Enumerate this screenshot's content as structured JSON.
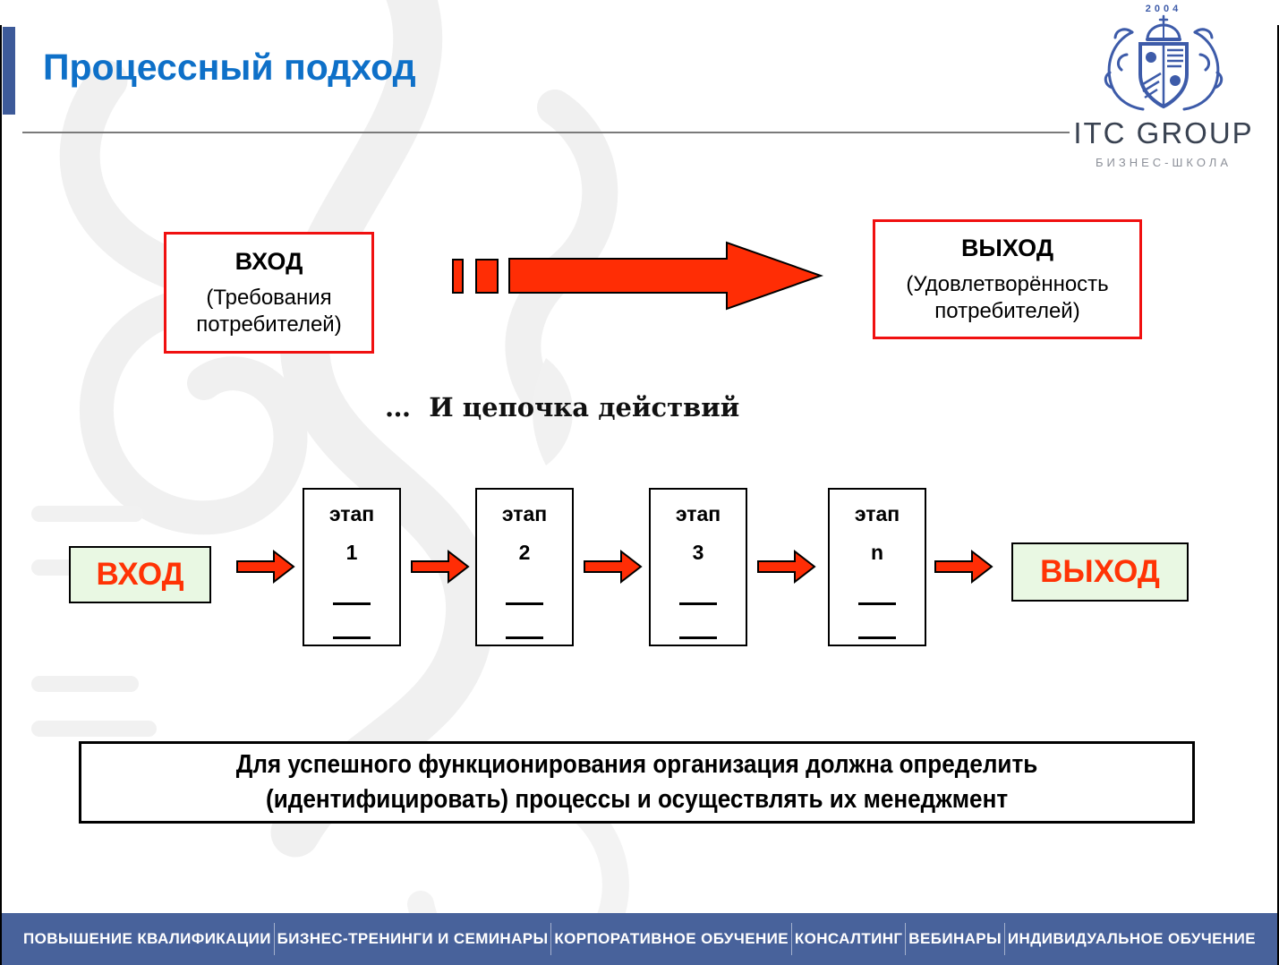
{
  "slide": {
    "title": "Процессный подход",
    "caption": "…  И цепочка действий"
  },
  "logo": {
    "year": "2004",
    "name": "ITC GROUP",
    "subtitle": "БИЗНЕС-ШКОЛА"
  },
  "top_flow": {
    "input": {
      "title": "ВХОД",
      "subtitle": "(Требования потребителей)"
    },
    "output": {
      "title": "ВЫХОД",
      "subtitle": "(Удовлетворённость потребителей)"
    }
  },
  "chain": {
    "input_label": "ВХОД",
    "output_label": "ВЫХОД",
    "stages": [
      {
        "label": "этап",
        "number": "1"
      },
      {
        "label": "этап",
        "number": "2"
      },
      {
        "label": "этап",
        "number": "3"
      },
      {
        "label": "этап",
        "number": "n"
      }
    ]
  },
  "message": {
    "line1": "Для успешного функционирования организация должна определить",
    "line2": "(идентифицировать) процессы и осуществлять их менеджмент"
  },
  "footer": {
    "items": [
      "ПОВЫШЕНИЕ КВАЛИФИКАЦИИ",
      "БИЗНЕС-ТРЕНИНГИ И СЕМИНАРЫ",
      "КОРПОРАТИВНОЕ ОБУЧЕНИЕ",
      "КОНСАЛТИНГ",
      "ВЕБИНАРЫ",
      "ИНДИВИДУАЛЬНОЕ ОБУЧЕНИЕ"
    ]
  },
  "colors": {
    "title_blue": "#0E70C8",
    "accent_bar_blue": "#3D5A99",
    "footer_blue": "#48629B",
    "logo_blue": "#3D5BA9",
    "arrow_red": "#FF2D05",
    "io_border_red": "#F01010",
    "chain_green_bg": "#E9F8E3",
    "chain_text_red": "#FF3305"
  }
}
